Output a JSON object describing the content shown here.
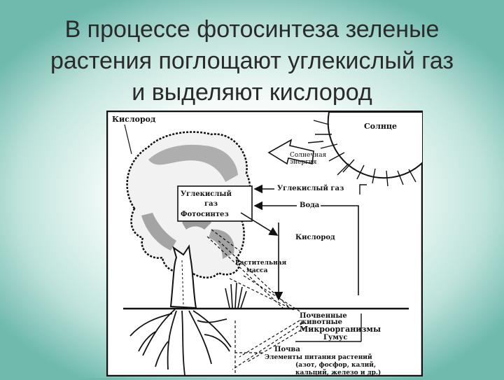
{
  "slide": {
    "title_lines": [
      "В процессе фотосинтеза зеленые",
      "растения поглощают углекислый газ",
      "и выделяют кислород"
    ]
  },
  "diagram": {
    "labels": {
      "oxygen_top": "Кислород",
      "sun": "Солнце",
      "solar_energy_1": "Солнечная",
      "solar_energy_2": "энергия",
      "box_line1": "Углекислый",
      "box_line2": "газ",
      "box_line3": "Фотосинтез",
      "co2": "Углекислый газ",
      "water": "Вода",
      "oxygen_mid": "Кислород",
      "plant_mass_1": "Растительная",
      "plant_mass_2": "масса",
      "soil_animals_1": "Почвенные",
      "soil_animals_2": "животные",
      "microorganisms": "Микроорганизмы",
      "humus": "Гумус",
      "soil": "Почва",
      "nutrients_1": "Элементы питания растений",
      "nutrients_2": "(азот, фосфор, калий,",
      "nutrients_3": "кальций, железо и др.)"
    }
  }
}
